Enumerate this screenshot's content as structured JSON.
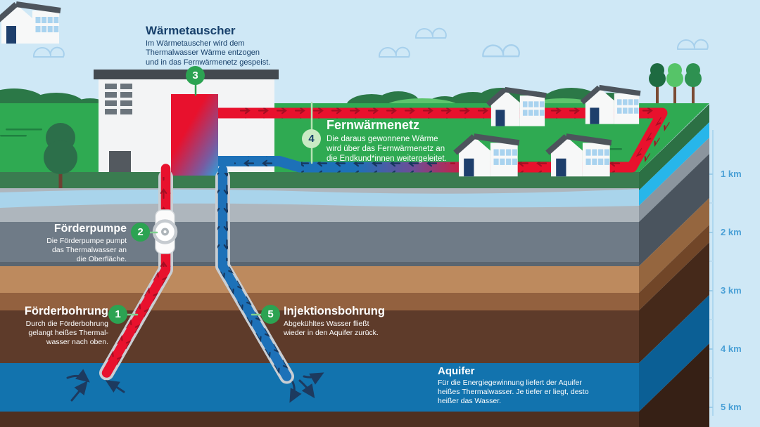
{
  "steps": [
    {
      "number": "1",
      "title": "Förderbohrung",
      "body": "Durch die Förderbohrung\ngelangt heißes Thermal-\nwasser nach oben."
    },
    {
      "number": "2",
      "title": "Förderpumpe",
      "body": "Die Förderpumpe pumpt\ndas Thermalwasser an\ndie Oberfläche."
    },
    {
      "number": "3",
      "title": "Wärmetauscher",
      "body": "Im Wärmetauscher wird dem\nThermalwasser Wärme entzogen\nund in das Fernwärmenetz gespeist."
    },
    {
      "number": "4",
      "title": "Fernwärmenetz",
      "body": "Die daraus gewonnene Wärme\nwird über das Fernwärmenetz an\ndie Endkund*innen weitergeleitet."
    },
    {
      "number": "5",
      "title": "Injektionsbohrung",
      "body": "Abgekühltes Wasser fließt\nwieder in den Aquifer zurück."
    }
  ],
  "aquifer": {
    "title": "Aquifer",
    "body": "Für die Energiegewinnung liefert der Aquifer\nheißes Thermalwasser. Je tiefer er liegt, desto\nheißer das Wasser."
  },
  "depth_scale": {
    "labels": [
      "1 km",
      "2 km",
      "3 km",
      "4 km",
      "5 km"
    ]
  },
  "colors": {
    "sky": "#cfe8f6",
    "grass_top": "#2faa52",
    "grass_cut": "#3a7c50",
    "water_band": "#a9d4eb",
    "gravel": "#aeb6bd",
    "slate": "#6f7b87",
    "sand": "#bd8a5e",
    "brown": "#93613f",
    "dark_brown": "#5e3b2a",
    "aquifer_blue": "#1273ae",
    "bottom_brown": "#4e3021",
    "hot_pipe": "#e8112d",
    "cold_pipe": "#1d71b8",
    "badge_green": "#2ca352",
    "badge_pale": "#c9eac4",
    "heading_navy": "#17406b",
    "depth_text": "#4aa0d6",
    "side_water": "#27b6ea",
    "house_roof": "#4d545c",
    "house_door": "#1e3f6c",
    "house_window": "#a9d3ef"
  }
}
